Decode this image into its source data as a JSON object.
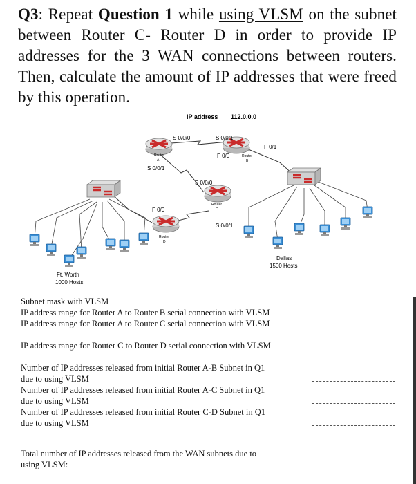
{
  "question": {
    "label": "Q3",
    "intro": ": Repeat ",
    "ref": "Question 1",
    "mid": " while ",
    "vlsm": "using  VLSM",
    "rest": " on the subnet between Router C- Router D in order to provide IP addresses for the 3 WAN connections between routers. Then, calculate the amount of IP addresses that were freed by this operation."
  },
  "diagram": {
    "ip_label": "IP address",
    "ip_value": "112.0.0.0",
    "router_a": {
      "name": "Router",
      "letter": "A"
    },
    "router_b": {
      "name": "Router",
      "letter": "B"
    },
    "router_c": {
      "name": "Router",
      "letter": "C"
    },
    "router_d": {
      "name": "Router",
      "letter": "D"
    },
    "ports": {
      "a_s000": "S 0/0/0",
      "a_s001": "S 0/0/1",
      "b_s001": "S 0/0/1",
      "b_f00": "F 0/0",
      "b_f01": "F 0/1",
      "c_s000": "S 0/0/0",
      "c_s001": "S 0/0/1",
      "d_f00": "F 0/0"
    },
    "ft_worth": {
      "name": "Ft. Worth",
      "hosts": "1000 Hosts"
    },
    "dallas": {
      "name": "Dallas",
      "hosts": "1500 Hosts"
    },
    "colors": {
      "router": "#c92b2b",
      "router_body": "#d9d9d9",
      "switch": "#c92b2b",
      "pc": "#3a8fd6"
    }
  },
  "answers": {
    "subnet_mask": "Subnet mask with VLSM",
    "range_ab": "IP address range for Router A to Router B serial connection with VLSM",
    "range_ac": "IP address range for Router A to Router C serial connection with VLSM",
    "range_cd": "IP address range for Router C to Router D serial connection with VLSM",
    "released_ab_1": "Number of IP addresses released from initial Router A-B Subnet in Q1",
    "released_ab_2": "due to using VLSM",
    "released_ac_1": "Number of IP addresses released from initial Router A-C Subnet in Q1",
    "released_ac_2": "due to using VLSM",
    "released_cd_1": "Number of IP addresses released from initial Router C-D Subnet in Q1",
    "released_cd_2": "due to using VLSM",
    "total_1": "Total number of IP addresses released from the WAN subnets due to",
    "total_2": "using VLSM:"
  }
}
